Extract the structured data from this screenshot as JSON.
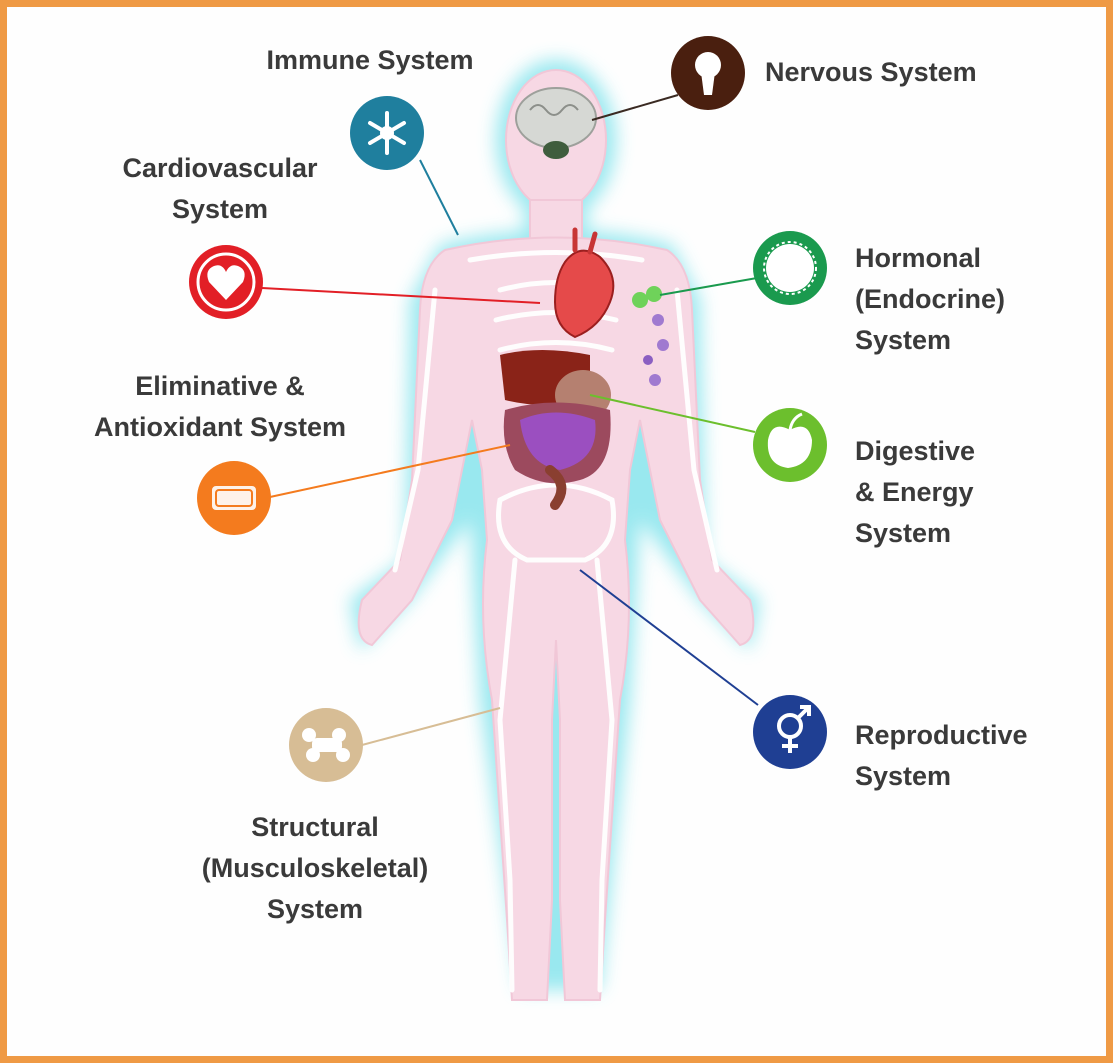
{
  "diagram": {
    "frame_color": "#ef9a45",
    "systems": [
      {
        "id": "immune",
        "lines": [
          "Immune System"
        ],
        "icon": "snowflake-cell-icon",
        "color": "#1f7f9e"
      },
      {
        "id": "nervous",
        "lines": [
          "Nervous System"
        ],
        "icon": "keyhole-head-icon",
        "color": "#4a1f0f"
      },
      {
        "id": "cardiovascular",
        "lines": [
          "Cardiovascular",
          "System"
        ],
        "icon": "heart-icon",
        "color": "#e21f26"
      },
      {
        "id": "hormonal",
        "lines": [
          "Hormonal",
          "(Endocrine)",
          "System"
        ],
        "icon": "gland-ring-icon",
        "color": "#1a9a4e"
      },
      {
        "id": "eliminative",
        "lines": [
          "Eliminative &",
          "Antioxidant System"
        ],
        "icon": "sponge-icon",
        "color": "#f47b1e"
      },
      {
        "id": "digestive",
        "lines": [
          "Digestive",
          "& Energy",
          "System"
        ],
        "icon": "apple-icon",
        "color": "#6cbf2d"
      },
      {
        "id": "reproductive",
        "lines": [
          "Reproductive",
          "System"
        ],
        "icon": "gender-symbol-icon",
        "color": "#1f3f93"
      },
      {
        "id": "structural",
        "lines": [
          "Structural",
          "(Musculoskeletal)",
          "System"
        ],
        "icon": "bone-icon",
        "color": "#d7bd95"
      }
    ]
  }
}
